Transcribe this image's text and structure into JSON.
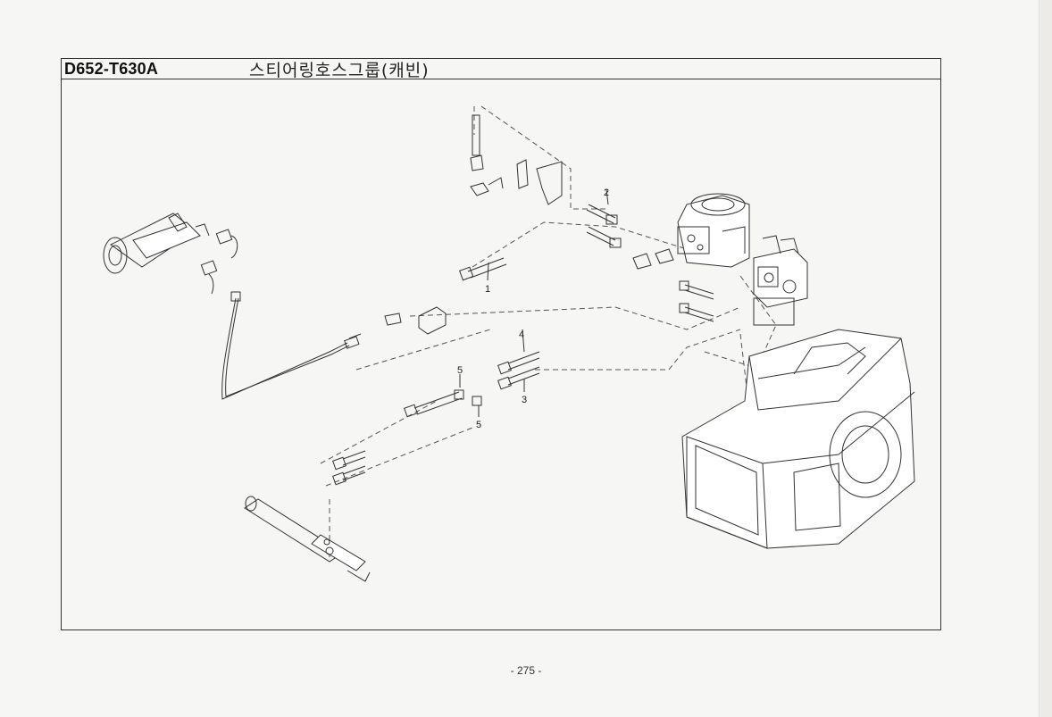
{
  "header": {
    "code": "D652-T630A",
    "title": "스티어링호스그룹(캐빈)"
  },
  "callouts": [
    {
      "number": "1"
    },
    {
      "number": "2"
    },
    {
      "number": "3"
    },
    {
      "number": "4"
    },
    {
      "number": "5"
    },
    {
      "number": "5"
    }
  ],
  "footer": {
    "page_number": "- 275 -"
  }
}
